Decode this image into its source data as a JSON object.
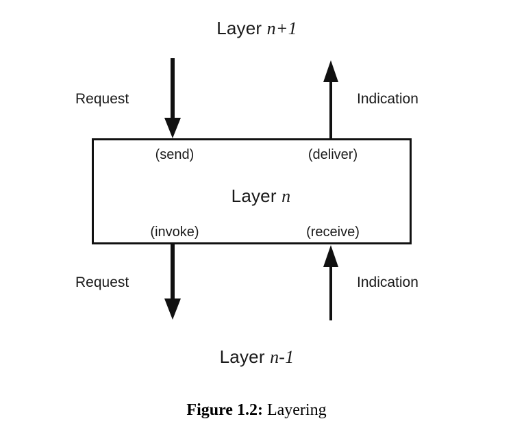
{
  "figure": {
    "caption_number": "Figure 1.2:",
    "caption_title": "Layering"
  },
  "diagram": {
    "type": "layering-protocol-stack",
    "upper_layer": {
      "prefix": "Layer ",
      "symbol": "n+1"
    },
    "middle_layer": {
      "prefix": "Layer ",
      "symbol": "n"
    },
    "lower_layer": {
      "prefix": "Layer ",
      "symbol": "n-1"
    },
    "ports": {
      "top_left": "(send)",
      "top_right": "(deliver)",
      "bottom_left": "(invoke)",
      "bottom_right": "(receive)"
    },
    "flows": {
      "top_left_label": "Request",
      "top_right_label": "Indication",
      "bottom_left_label": "Request",
      "bottom_right_label": "Indication"
    },
    "colors": {
      "line": "#111111",
      "text": "#1a1a1a",
      "background": "#ffffff"
    }
  }
}
